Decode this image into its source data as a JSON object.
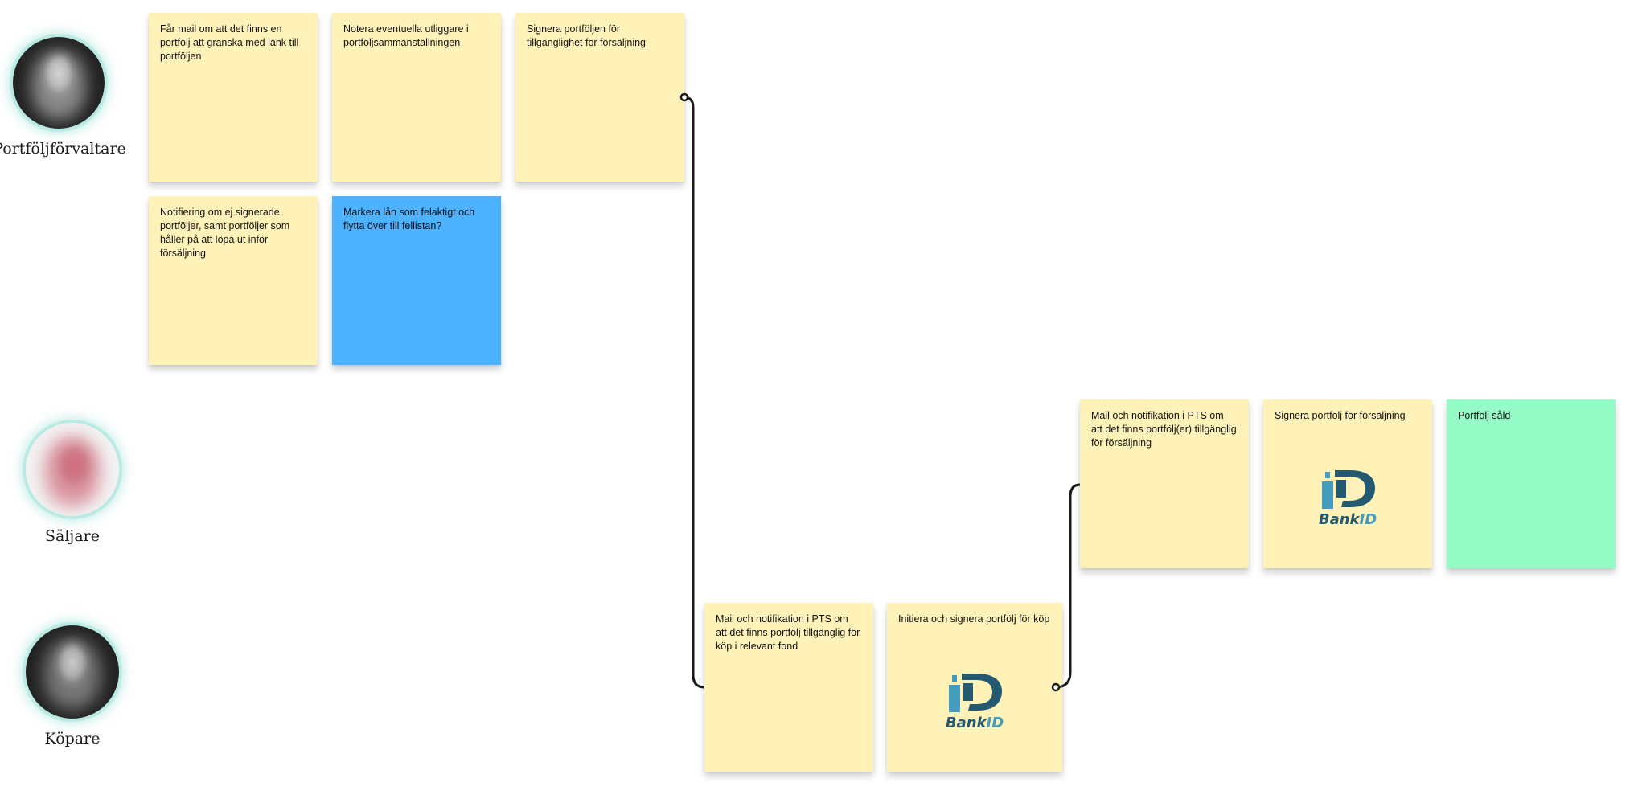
{
  "roles": [
    {
      "label": "Portföljförvaltare",
      "avatar": "person-avatar"
    },
    {
      "label": "Säljare",
      "avatar": "person-avatar"
    },
    {
      "label": "Köpare",
      "avatar": "person-avatar"
    }
  ],
  "stickies": {
    "pm_1": "Får mail om att det finns en portfölj att granska med länk till portföljen",
    "pm_2": "Notera eventuella utliggare i portföljsammanställningen",
    "pm_3": "Signera portföljen för tillgänglighet för försäljning",
    "pm_4": "Notifiering om ej signerade portföljer, samt portföljer som håller på att löpa ut inför försäljning",
    "pm_5": "Markera lån som felaktigt och flytta över till fellistan?",
    "seller_1": "Mail och notifikation i PTS om att det finns portfölj(er) tillgänglig för försäljning",
    "seller_2": "Signera portfölj för försäljning",
    "seller_3": "Portfölj såld",
    "buyer_1": "Mail och notifikation i PTS om att det finns portfölj tillgänglig för köp i relevant fond",
    "buyer_2": "Initiera och signera portfölj för köp"
  },
  "logos": {
    "bankid_text": "BankID",
    "bankid_part1": "Bank",
    "bankid_part2": "ID"
  },
  "colors": {
    "sticky_yellow": "#fff2b8",
    "sticky_blue": "#4db2ff",
    "sticky_green": "#95fcc7",
    "bankid_dark": "#235971",
    "bankid_light": "#469cbe",
    "connector": "#1a1a1a"
  }
}
